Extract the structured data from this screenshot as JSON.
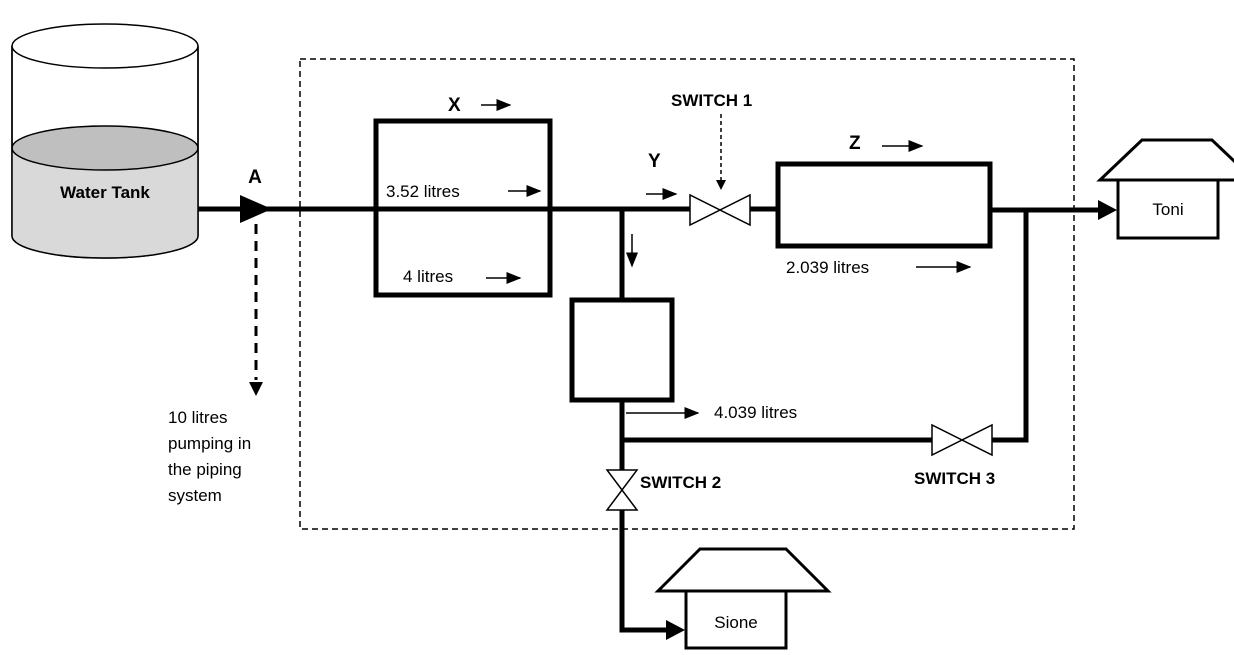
{
  "tank": {
    "label": "Water Tank",
    "fill_color": "#d9d9d9"
  },
  "labels": {
    "point_a": "A",
    "x": "X",
    "y": "Y",
    "z": "Z",
    "flow_x_top": "3.52 litres",
    "flow_x_bottom": "4 litres",
    "flow_z": "2.039 litres",
    "flow_lower": "4.039 litres",
    "switch1": "SWITCH 1",
    "switch2": "SWITCH 2",
    "switch3": "SWITCH 3",
    "pump_note": [
      "10 litres",
      "pumping in",
      "the piping",
      "system"
    ]
  },
  "houses": {
    "toni": "Toni",
    "sione": "Sione"
  }
}
